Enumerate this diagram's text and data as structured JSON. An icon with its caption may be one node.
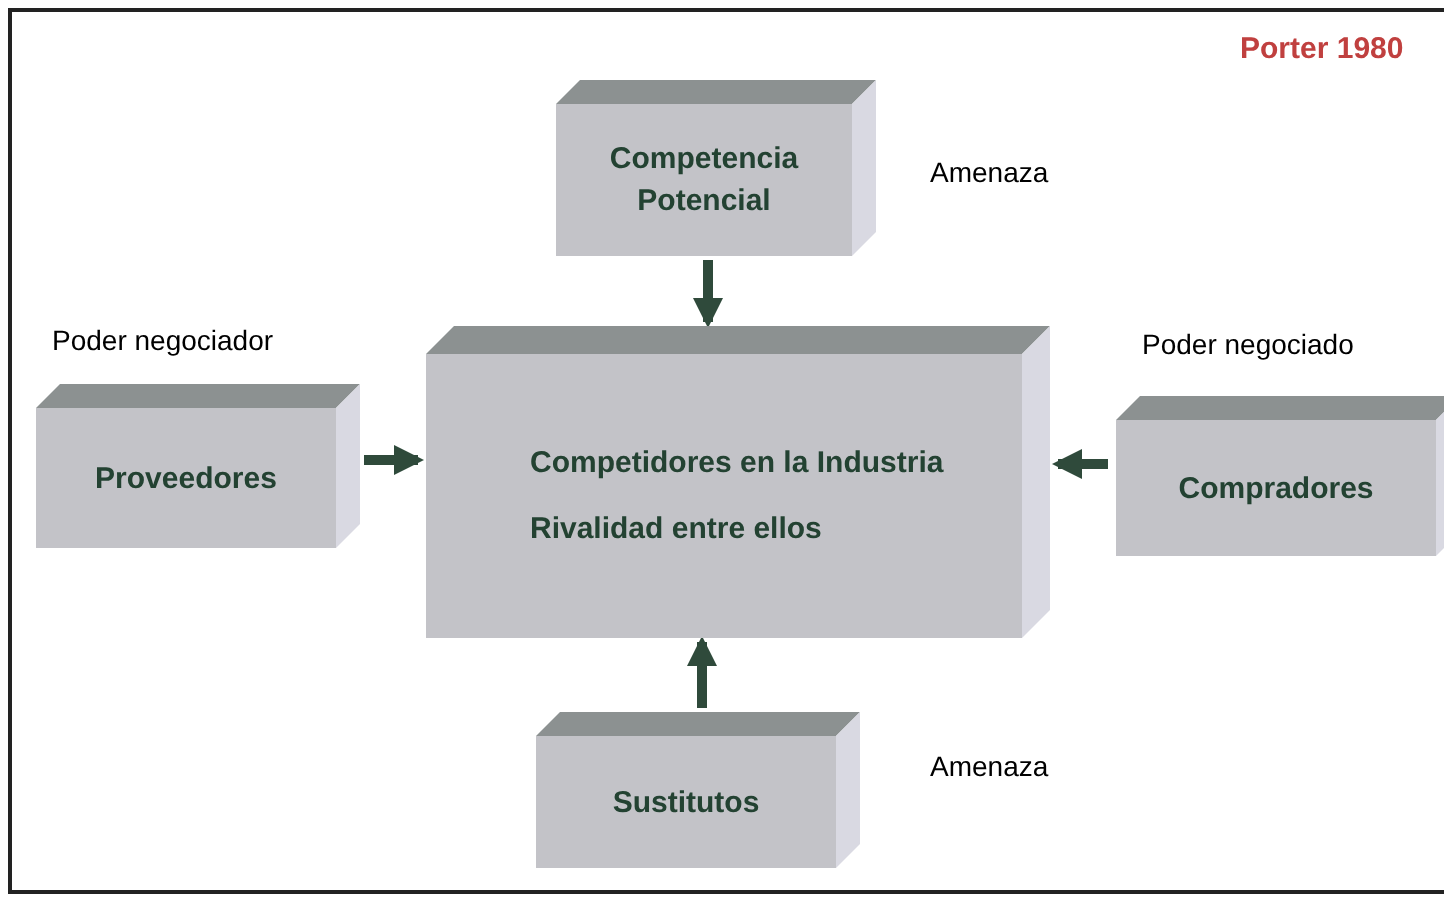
{
  "diagram": {
    "nodes": [
      {
        "text": [
          "Competencia Potencial"
        ],
        "beside": [
          "Amenaza"
        ]
      },
      {
        "text": [
          "Proveedores"
        ],
        "beside": [
          "Poder negociador"
        ]
      },
      {
        "text": [
          "Competidores en la Industria",
          "Rivalidad entre ellos"
        ]
      },
      {
        "text": [
          "Compradores"
        ],
        "beside": [
          "Poder negociado"
        ]
      },
      {
        "text": [
          "Sustitutos"
        ],
        "beside": [
          "Amenaza"
        ]
      }
    ],
    "edges": [
      {
        "from": 0,
        "to": 2,
        "arrow": "to"
      },
      {
        "from": 1,
        "to": 2,
        "arrow": "to"
      },
      {
        "from": 3,
        "to": 2,
        "arrow": "to"
      },
      {
        "from": 4,
        "to": 2,
        "arrow": "to"
      }
    ],
    "labels": [
      "Porter 1980"
    ]
  }
}
